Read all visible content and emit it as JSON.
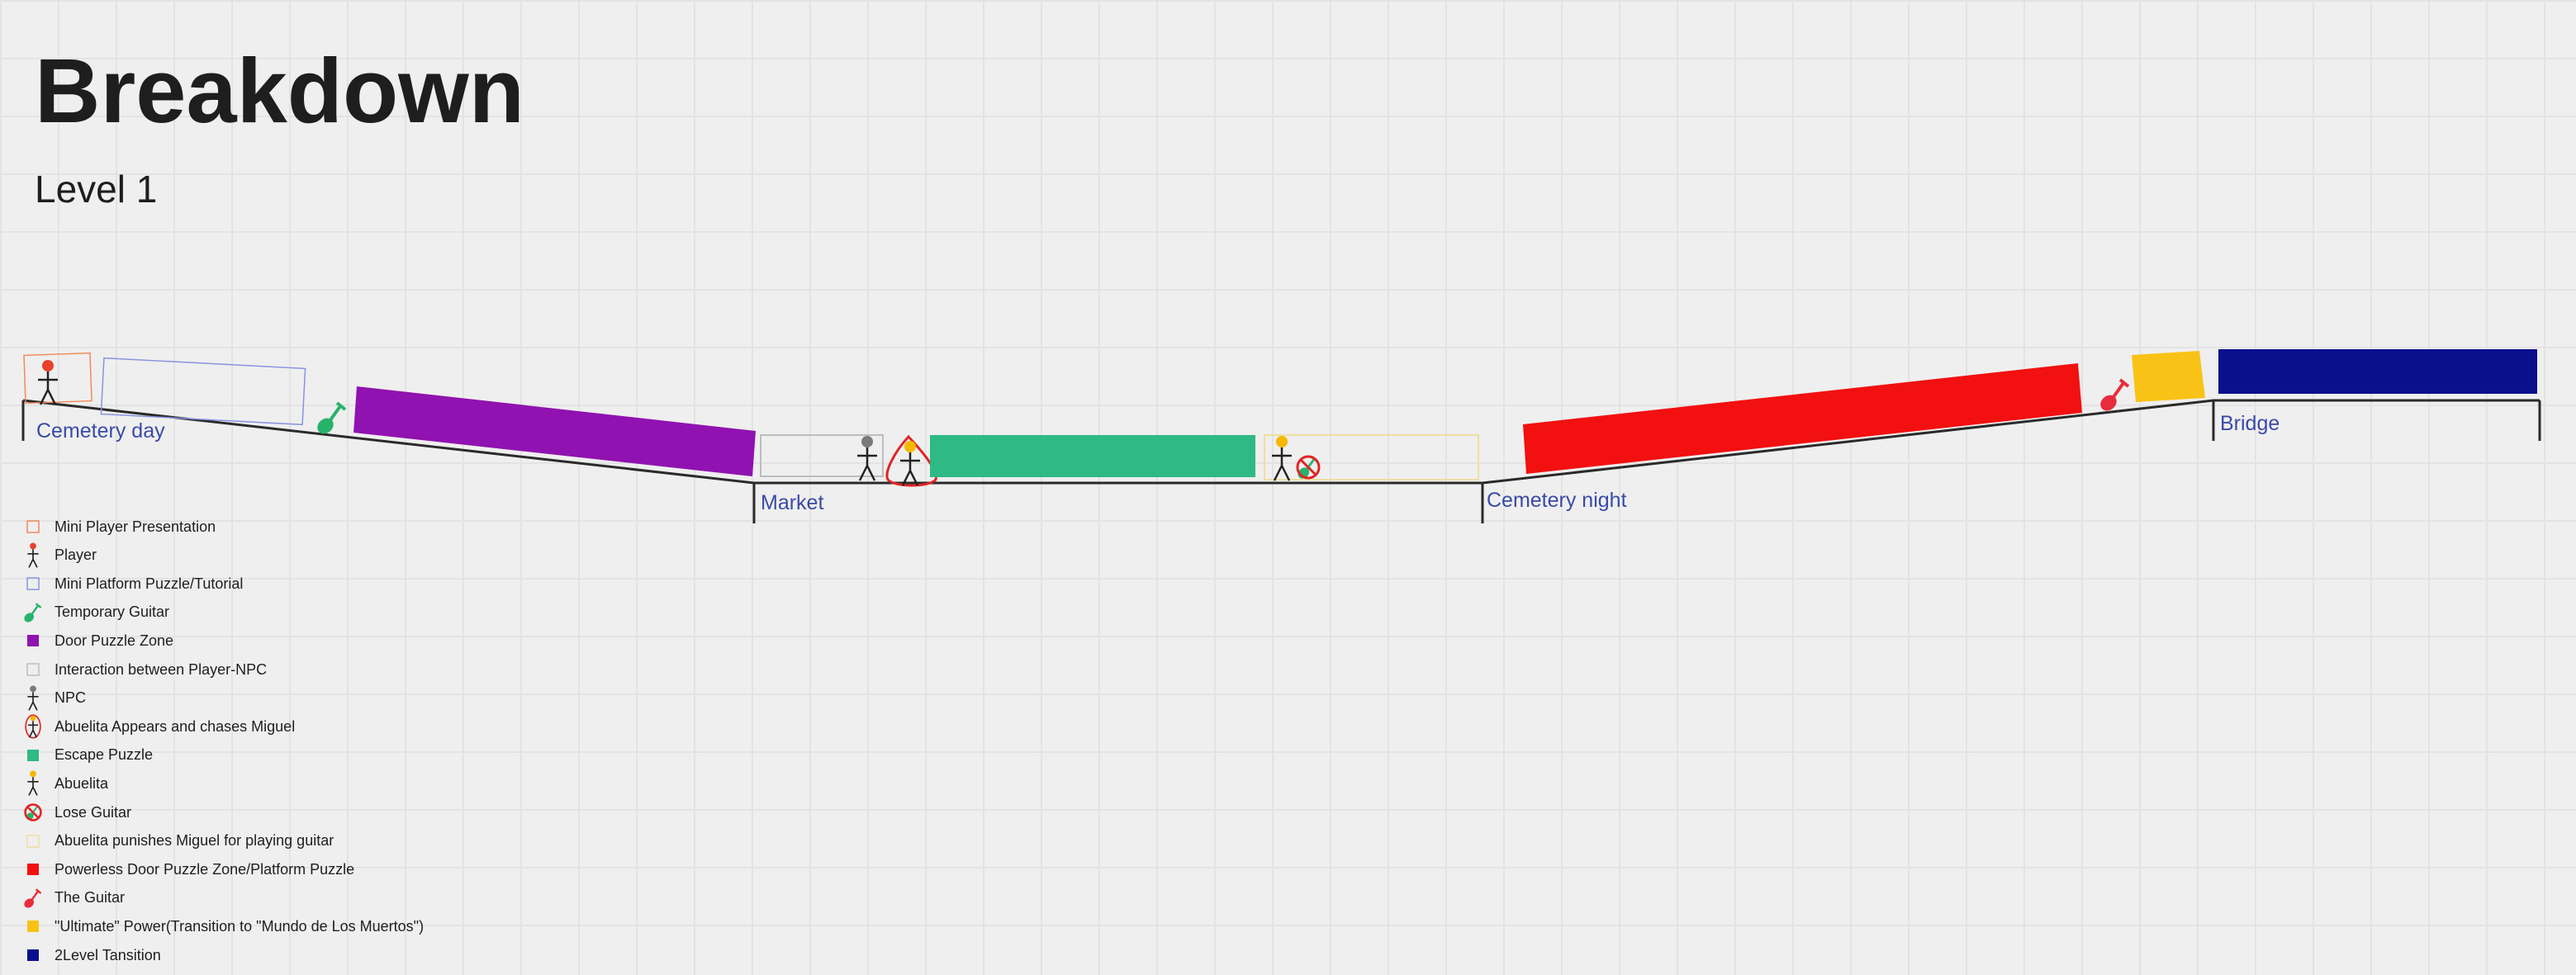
{
  "header": {
    "title": "Breakdown",
    "subtitle": "Level 1"
  },
  "sections": [
    {
      "label": "Cemetery day"
    },
    {
      "label": "Market"
    },
    {
      "label": "Cemetery night"
    },
    {
      "label": "Bridge"
    }
  ],
  "legend": [
    {
      "label": "Mini Player Presentation",
      "icon": "outline-square-icon",
      "color": "#f08a5d"
    },
    {
      "label": "Player",
      "icon": "player-figure-icon",
      "color": "#e8412c"
    },
    {
      "label": "Mini Platform Puzzle/Tutorial",
      "icon": "outline-square-icon",
      "color": "#8a93e0"
    },
    {
      "label": "Temporary Guitar",
      "icon": "guitar-icon",
      "color": "#27b36a"
    },
    {
      "label": "Door Puzzle Zone",
      "icon": "filled-square-icon",
      "color": "#9012b0"
    },
    {
      "label": "Interaction between Player-NPC",
      "icon": "outline-square-icon",
      "color": "#bdbdbd"
    },
    {
      "label": "NPC",
      "icon": "npc-figure-icon",
      "color": "#7a7a7a"
    },
    {
      "label": "Abuelita Appears and chases Miguel",
      "icon": "abuelita-chase-icon",
      "color": "#e02424"
    },
    {
      "label": "Escape Puzzle",
      "icon": "filled-square-icon",
      "color": "#2eb985"
    },
    {
      "label": "Abuelita",
      "icon": "abuelita-figure-icon",
      "color": "#f5b800"
    },
    {
      "label": "Lose Guitar",
      "icon": "lose-guitar-icon",
      "color": "#e02424"
    },
    {
      "label": "Abuelita punishes Miguel for playing guitar",
      "icon": "outline-square-icon",
      "color": "#eedfa0"
    },
    {
      "label": "Powerless Door Puzzle Zone/Platform Puzzle",
      "icon": "filled-square-icon",
      "color": "#f21010"
    },
    {
      "label": "The Guitar",
      "icon": "guitar-icon",
      "color": "#e82c3c"
    },
    {
      "label": "\"Ultimate\" Power(Transition to \"Mundo de Los Muertos\")",
      "icon": "filled-square-icon",
      "color": "#f8c316"
    },
    {
      "label": "2Level Tansition",
      "icon": "filled-square-icon",
      "color": "#0a0f8c"
    }
  ]
}
